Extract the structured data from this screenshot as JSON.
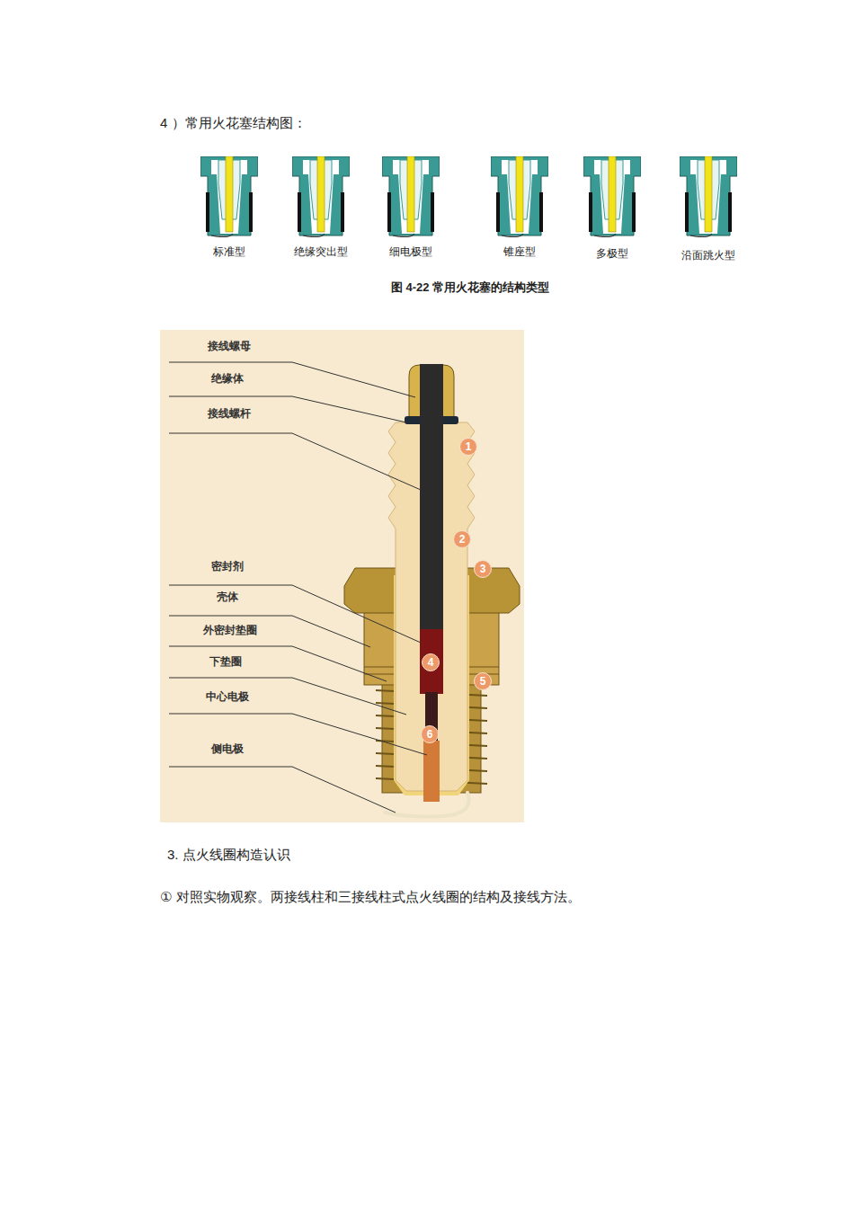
{
  "diagram": {
    "title": "4 ）常用火花塞结构图：",
    "caption": "图 4-22 常用火花塞的结构类型",
    "nodes": [
      {
        "text": [
          "1"
        ]
      },
      {
        "text": [
          "2"
        ]
      },
      {
        "text": [
          "3"
        ]
      },
      {
        "text": [
          "4"
        ]
      },
      {
        "text": [
          "5"
        ]
      },
      {
        "text": [
          "6"
        ]
      }
    ],
    "labels": [
      "标准型",
      "绝缘突出型",
      "细电极型",
      "锥座型",
      "多极型",
      "沿面跳火型",
      "接线螺母",
      "绝缘体",
      "接线螺杆",
      "密封剂",
      "壳体",
      "外密封垫圈",
      "下垫圈",
      "中心电极",
      "侧电极",
      "3. 点火线圈构造认识",
      "① 对照实物观察。两接线柱和三接线柱式点火线圈的结构及接线方法。"
    ]
  }
}
